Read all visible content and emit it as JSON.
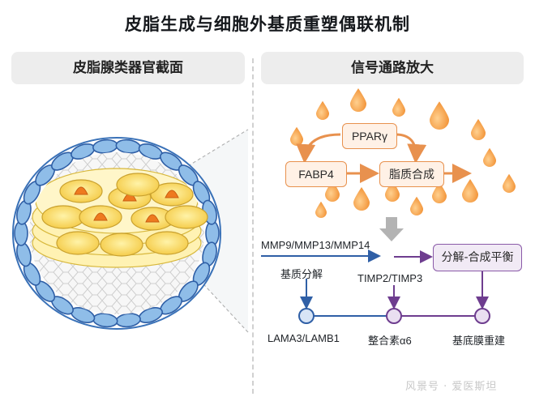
{
  "title": "皮脂生成与细胞外基质重塑偶联机制",
  "panels": {
    "left": {
      "heading": "皮脂腺类器官截面"
    },
    "right": {
      "heading": "信号通路放大"
    }
  },
  "pathway": {
    "ppar": "PPARγ",
    "fabp4": "FABP4",
    "lipid_synthesis": "脂质合成",
    "mmp": "MMP9/MMP13/MMP14",
    "balance": "分解-合成平衡",
    "matrix_degradation": "基质分解",
    "timp": "TIMP2/TIMP3",
    "lama": "LAMA3/LAMB1",
    "integrin": "整合素α6",
    "basement_rebuild": "基底膜重建"
  },
  "colors": {
    "orange": "#e8914e",
    "blue": "#2f5fa6",
    "purple": "#6e3d8f",
    "gray_arrow": "#b3b3b3"
  },
  "watermark": "风景号 · 爱医斯坦"
}
